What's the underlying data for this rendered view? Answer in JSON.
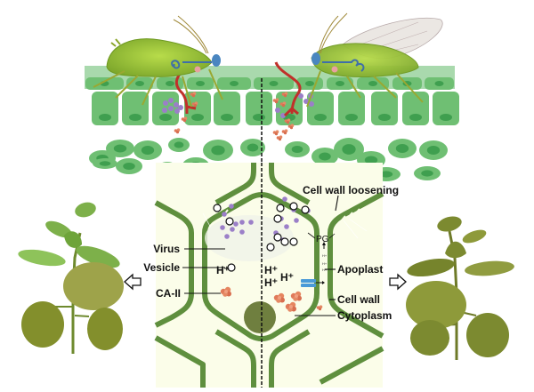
{
  "figure": {
    "type": "schematic",
    "subject": "Aphid and whitefly feeding on leaf tissue delivering virus and CA-II; cell wall loosening via apoplast acidification"
  },
  "top_panel": {
    "left_insect": "aphid",
    "right_insect": "whitefly",
    "divider": "dashed"
  },
  "cell_panel": {
    "labels": {
      "virus": "Virus",
      "vesicle": "Vesicle",
      "ca2": "CA-II",
      "cell_wall_loosening": "Cell wall loosening",
      "pg": "PG",
      "apoplast": "Apoplast",
      "cell_wall": "Cell wall",
      "cytoplasm": "Cytoplasm"
    },
    "protons": [
      "H⁺",
      "H⁺",
      "H⁺",
      "H⁺"
    ],
    "apoplast_protons": [
      "H+",
      "H+",
      "H+"
    ]
  },
  "plants": {
    "left": "healthy-plant",
    "right": "yellowed-plant"
  },
  "colors": {
    "cell_wall": "#5f8f3e",
    "cell_bg": "#fbfde9",
    "leaf_cell": "#6fbf73",
    "leaf_nucleus": "#3f9f4f",
    "virus": "#9b7fc8",
    "ca2": "#e07a5a",
    "stylet": "#c0302a",
    "nucleus": "#6f7f3f",
    "channel": "#4a9ad8"
  }
}
